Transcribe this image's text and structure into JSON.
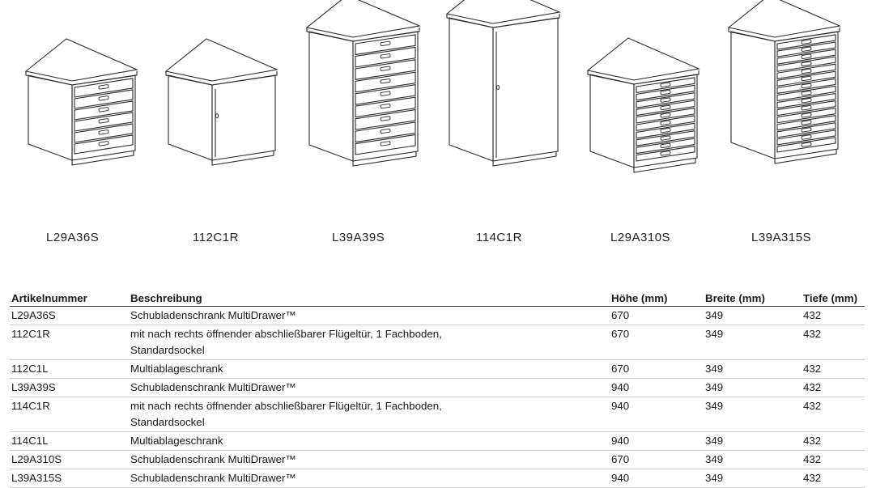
{
  "products": [
    {
      "code": "L29A36S",
      "type": "drawers",
      "drawers": 6
    },
    {
      "code": "112C1R",
      "type": "door"
    },
    {
      "code": "L39A39S",
      "type": "drawers",
      "drawers": 9
    },
    {
      "code": "114C1R",
      "type": "door"
    },
    {
      "code": "L29A310S",
      "type": "drawers",
      "drawers": 10
    },
    {
      "code": "L39A315S",
      "type": "drawers",
      "drawers": 15
    }
  ],
  "table": {
    "headers": [
      "Artikelnummer",
      "Beschreibung",
      "Höhe (mm)",
      "Breite (mm)",
      "Tiefe (mm)"
    ],
    "rows": [
      {
        "article": "L29A36S",
        "description": [
          "Schubladenschrank MultiDrawer™"
        ],
        "height": "670",
        "width": "349",
        "depth": "432"
      },
      {
        "article": "112C1R",
        "description": [
          "mit nach rechts öffnender abschließbarer Flügeltür, 1 Fachboden,",
          "Standardsockel"
        ],
        "height": "670",
        "width": "349",
        "depth": "432"
      },
      {
        "article": "112C1L",
        "description": [
          "Multiablageschrank"
        ],
        "height": "670",
        "width": "349",
        "depth": "432"
      },
      {
        "article": "L39A39S",
        "description": [
          "Schubladenschrank MultiDrawer™"
        ],
        "height": "940",
        "width": "349",
        "depth": "432"
      },
      {
        "article": "114C1R",
        "description": [
          "mit nach rechts öffnender abschließbarer Flügeltür, 1 Fachboden,",
          "Standardsockel"
        ],
        "height": "940",
        "width": "349",
        "depth": "432"
      },
      {
        "article": "114C1L",
        "description": [
          "Multiablageschrank"
        ],
        "height": "940",
        "width": "349",
        "depth": "432"
      },
      {
        "article": "L29A310S",
        "description": [
          "Schubladenschrank MultiDrawer™"
        ],
        "height": "670",
        "width": "349",
        "depth": "432"
      },
      {
        "article": "L39A315S",
        "description": [
          "Schubladenschrank MultiDrawer™"
        ],
        "height": "940",
        "width": "349",
        "depth": "432"
      }
    ]
  }
}
